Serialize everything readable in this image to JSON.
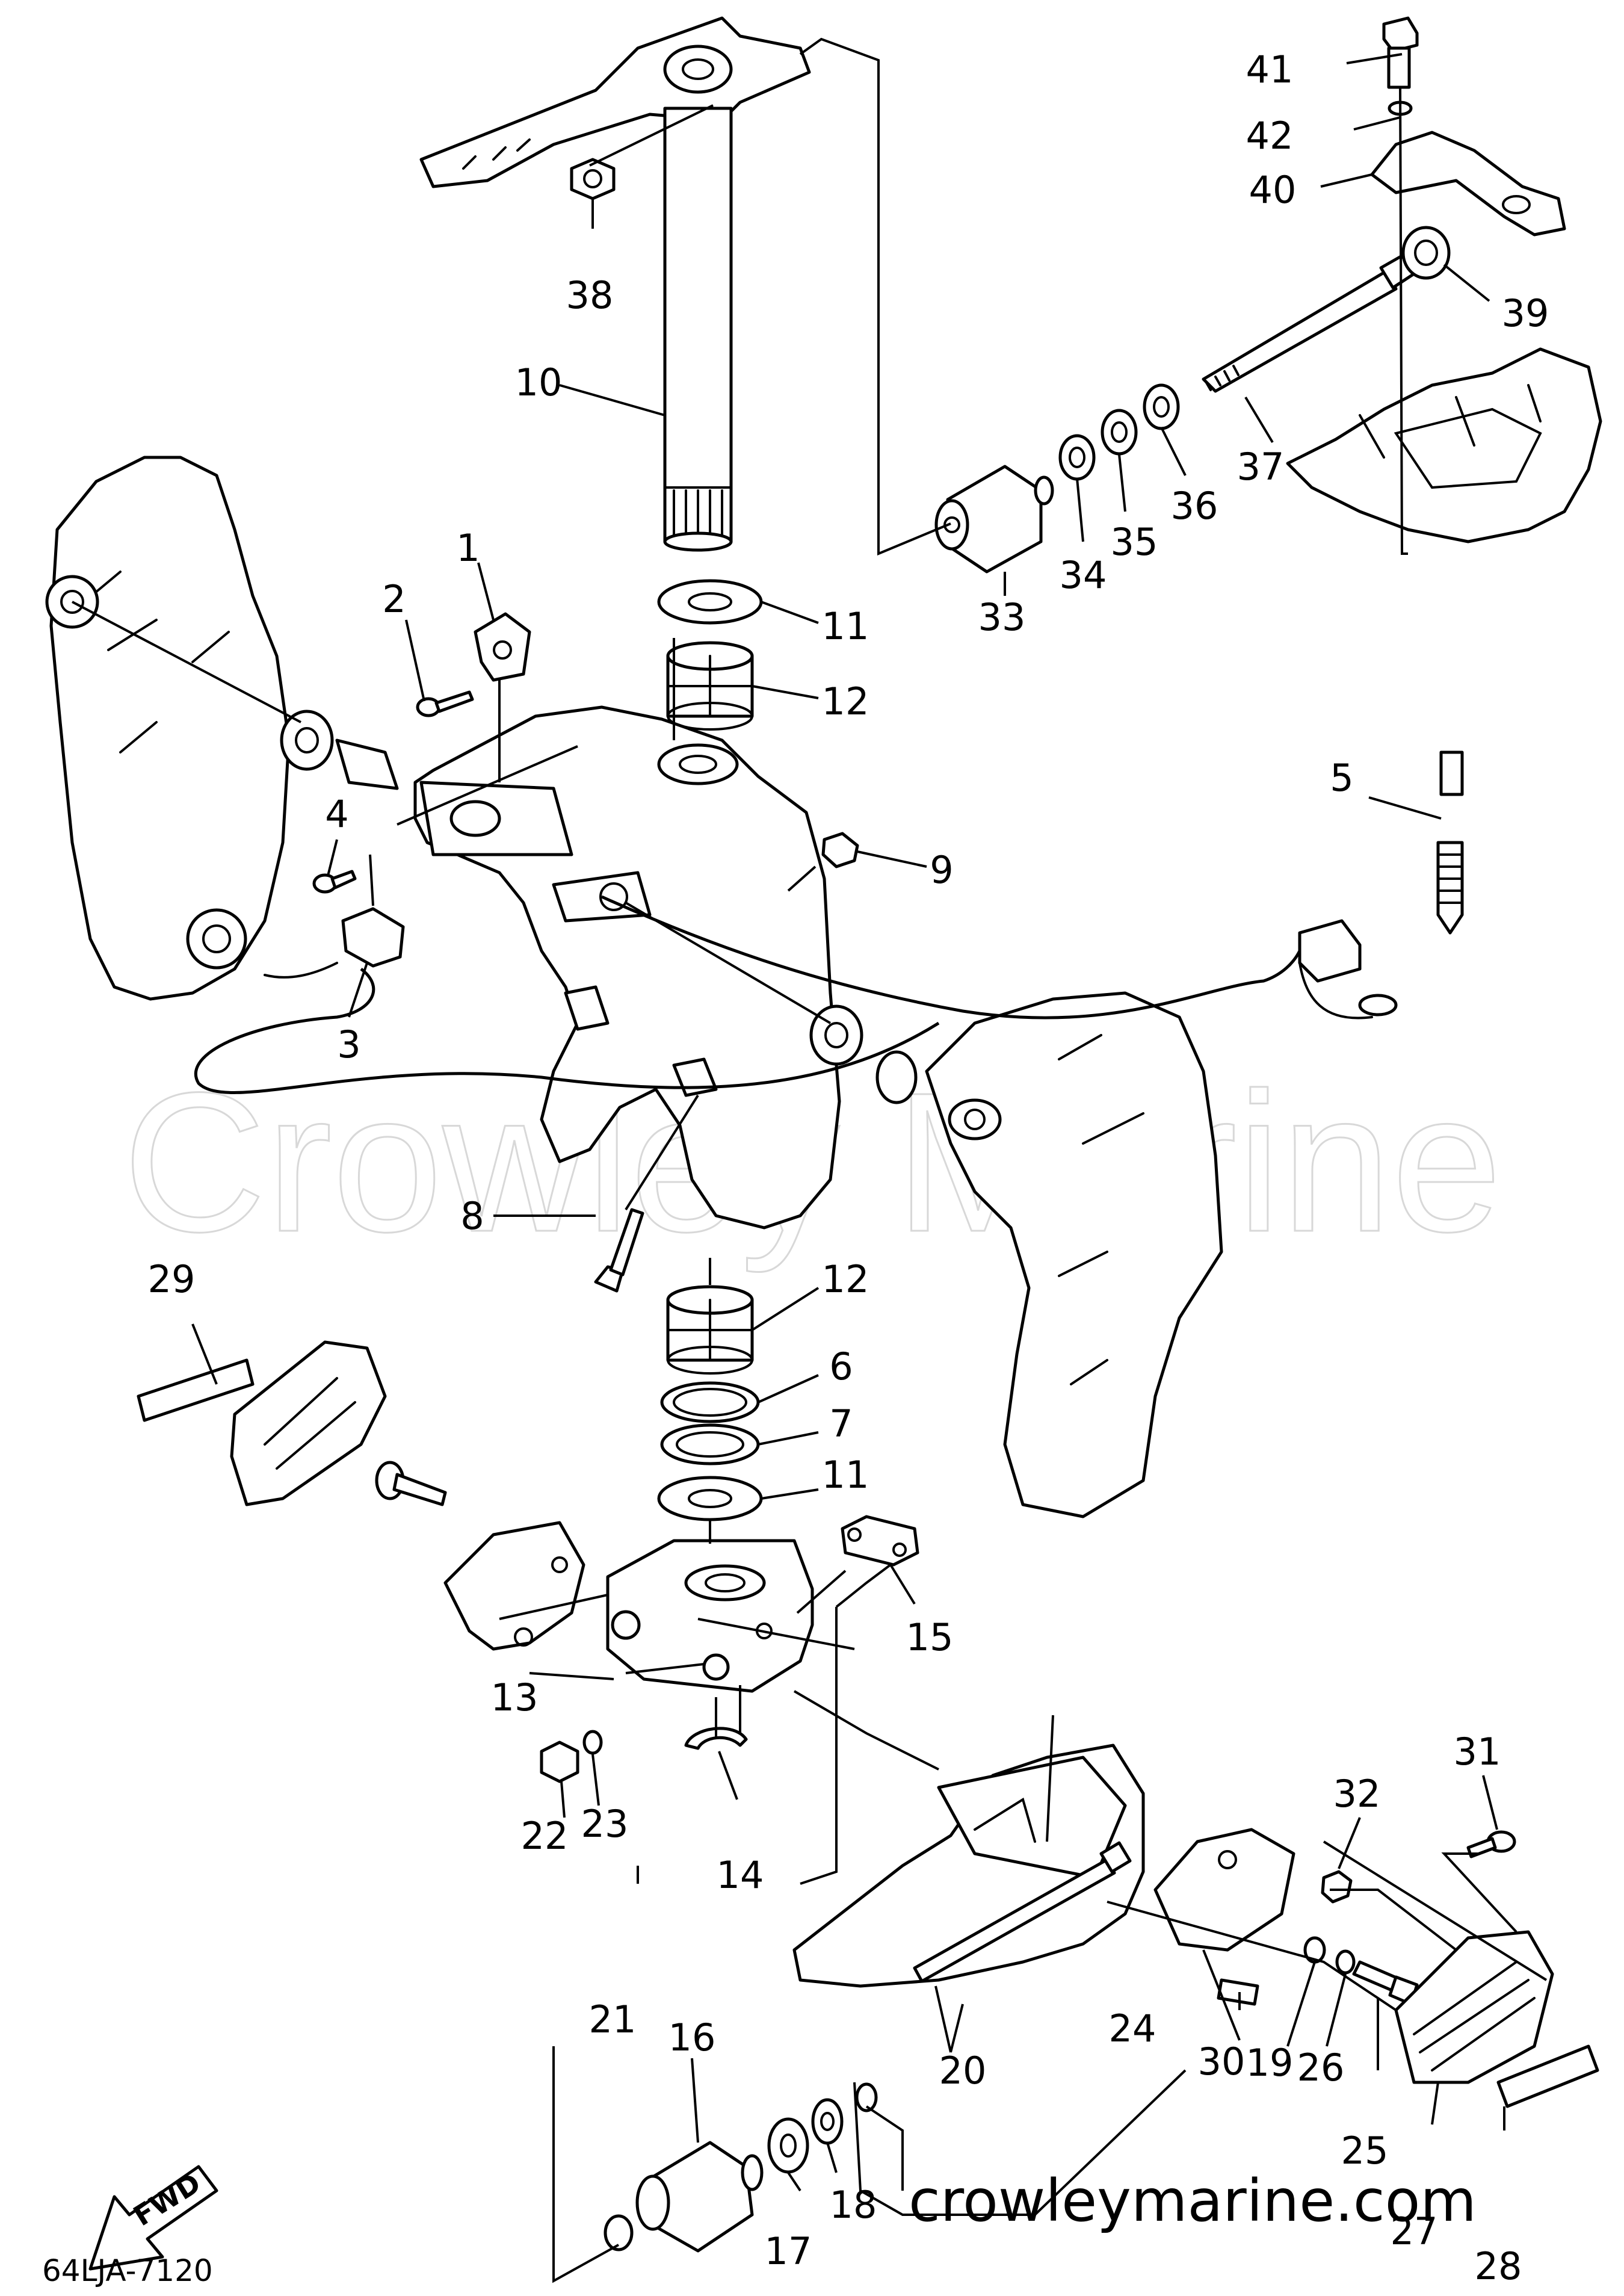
{
  "diagram": {
    "watermark": "Crowley Marine",
    "website": "crowleymarine.com",
    "drawing_code": "64LJA-7120",
    "direction_label": "FWD",
    "callouts": [
      "1",
      "2",
      "3",
      "4",
      "5",
      "6",
      "7",
      "8",
      "9",
      "10",
      "11",
      "11",
      "12",
      "12",
      "13",
      "14",
      "15",
      "16",
      "17",
      "18",
      "19",
      "20",
      "21",
      "22",
      "23",
      "24",
      "25",
      "26",
      "27",
      "28",
      "29",
      "30",
      "31",
      "32",
      "33",
      "34",
      "35",
      "36",
      "37",
      "38",
      "39",
      "40",
      "41",
      "42"
    ]
  }
}
